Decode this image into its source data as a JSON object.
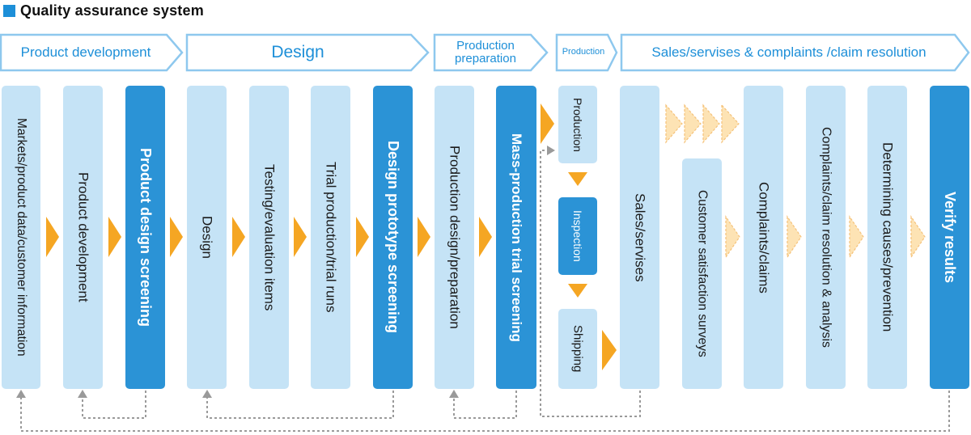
{
  "title": "Quality assurance system",
  "phases": [
    {
      "id": "product-development",
      "label": "Product development"
    },
    {
      "id": "design",
      "label": "Design"
    },
    {
      "id": "production-preparation",
      "label": "Production preparation"
    },
    {
      "id": "production",
      "label": "Production"
    },
    {
      "id": "sales",
      "label": "Sales/servises & complaints /claim resolution"
    }
  ],
  "steps": [
    {
      "id": "markets",
      "label": "Markets/product data/customer information",
      "style": "light"
    },
    {
      "id": "product-development",
      "label": "Product development",
      "style": "light"
    },
    {
      "id": "product-design-screening",
      "label": "Product design screening",
      "style": "dark"
    },
    {
      "id": "design",
      "label": "Design",
      "style": "light"
    },
    {
      "id": "testing",
      "label": "Testing/evaluation items",
      "style": "light"
    },
    {
      "id": "trial-production",
      "label": "Trial production/trial runs",
      "style": "light"
    },
    {
      "id": "design-prototype-screening",
      "label": "Design prototype screening",
      "style": "dark"
    },
    {
      "id": "production-design",
      "label": "Production design/preparation",
      "style": "light"
    },
    {
      "id": "mass-production-screening",
      "label": "Mass-production trial screening",
      "style": "dark"
    },
    {
      "id": "production",
      "label": "Production",
      "style": "light"
    },
    {
      "id": "inspection",
      "label": "Inspection",
      "style": "dark"
    },
    {
      "id": "shipping",
      "label": "Shipping",
      "style": "light"
    },
    {
      "id": "sales-services",
      "label": "Sales/servises",
      "style": "light"
    },
    {
      "id": "customer-satisfaction",
      "label": "Customer satisfaction surveys",
      "style": "light"
    },
    {
      "id": "complaints",
      "label": "Complaints/claims",
      "style": "light"
    },
    {
      "id": "claim-resolution",
      "label": "Complaints/claim resolution & analysis",
      "style": "light"
    },
    {
      "id": "determining-causes",
      "label": "Determining causes/prevention",
      "style": "light"
    },
    {
      "id": "verify-results",
      "label": "Verify results",
      "style": "dark"
    }
  ],
  "colors": {
    "accent_blue": "#1d8fd8",
    "dark_box": "#2b93d6",
    "light_box": "#c5e3f6",
    "arrow_orange": "#f5a623",
    "arrow_pale": "#fde3b4",
    "feedback_gray": "#9a9a9a"
  }
}
